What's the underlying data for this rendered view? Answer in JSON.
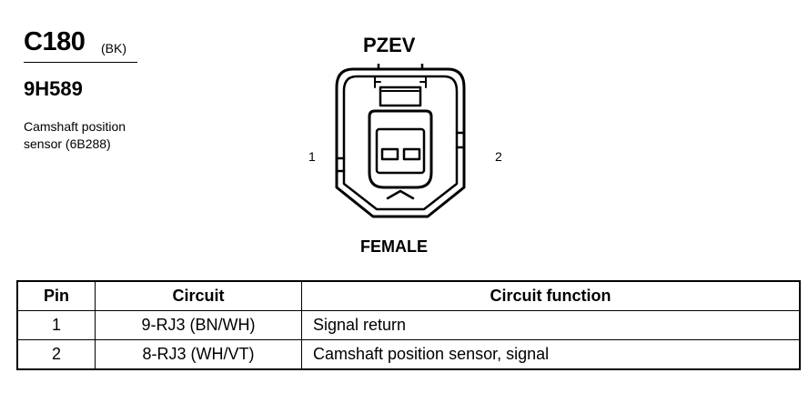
{
  "connector": {
    "id": "C180",
    "color": "(BK)",
    "part_number": "9H589",
    "description_line1": "Camshaft position",
    "description_line2": "sensor (6B288)",
    "variant": "PZEV",
    "gender": "FEMALE",
    "pin_left": "1",
    "pin_right": "2"
  },
  "table": {
    "headers": {
      "pin": "Pin",
      "circuit": "Circuit",
      "function": "Circuit function"
    },
    "rows": [
      {
        "pin": "1",
        "circuit": "9-RJ3 (BN/WH)",
        "function": "Signal return"
      },
      {
        "pin": "2",
        "circuit": "8-RJ3 (WH/VT)",
        "function": "Camshaft position sensor, signal"
      }
    ]
  }
}
